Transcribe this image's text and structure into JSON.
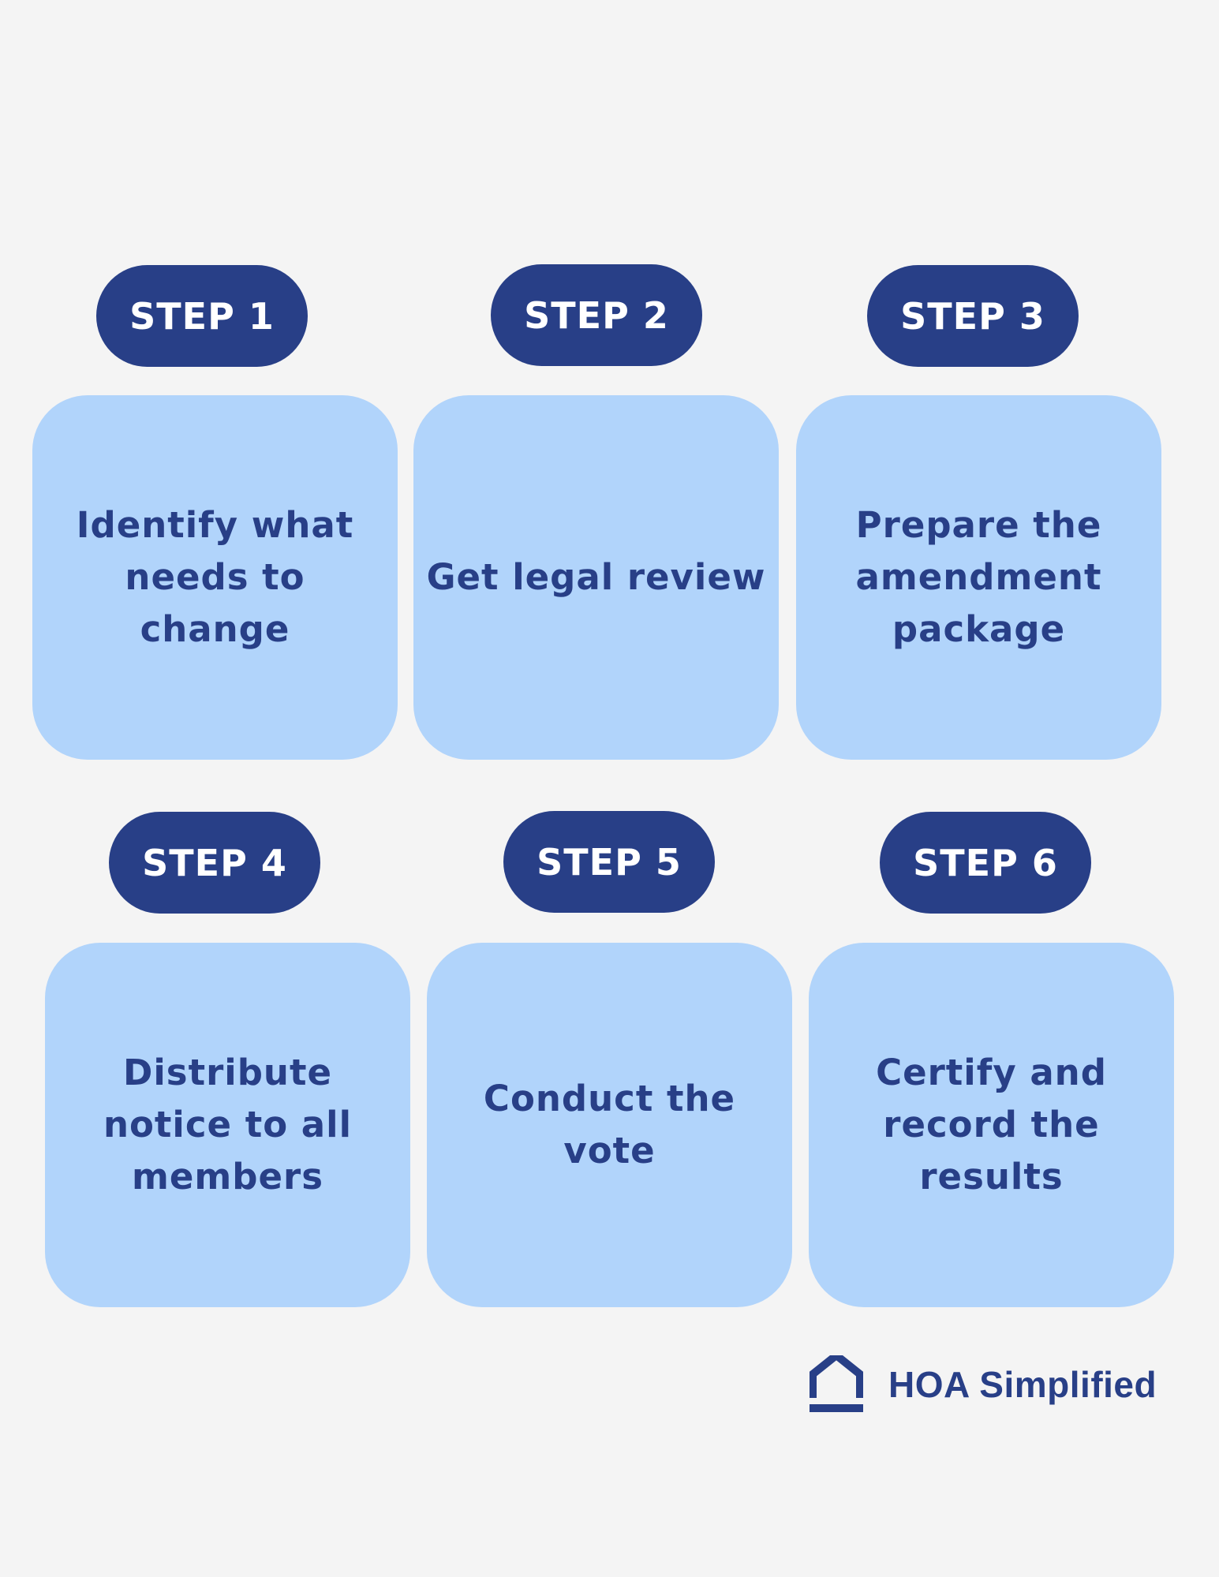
{
  "colors": {
    "background": "#f4f4f4",
    "dark": "#283f87",
    "light": "#b1d4fb"
  },
  "steps": [
    {
      "label": "STEP 1",
      "text": "Identify what needs to change"
    },
    {
      "label": "STEP 2",
      "text": "Get legal review"
    },
    {
      "label": "STEP 3",
      "text": "Prepare the amendment package"
    },
    {
      "label": "STEP 4",
      "text": "Distribute notice to all members"
    },
    {
      "label": "STEP 5",
      "text": "Conduct the vote"
    },
    {
      "label": "STEP 6",
      "text": "Certify and record the results"
    }
  ],
  "brand": {
    "name": "HOA Simplified",
    "icon": "house-icon"
  }
}
